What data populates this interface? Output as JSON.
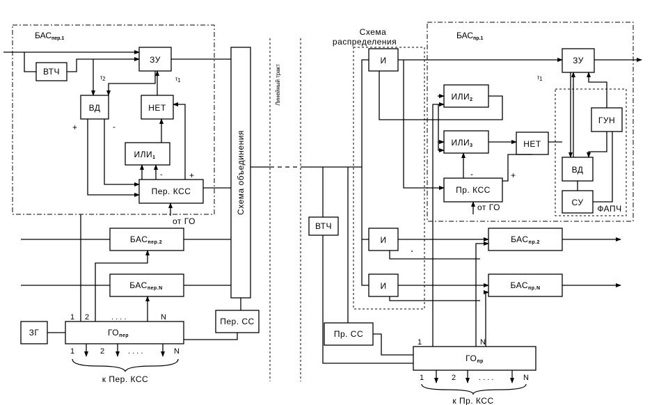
{
  "left": {
    "bas_group": "БАС",
    "bas_group_sub": "пер.1",
    "vtch": "ВТЧ",
    "zu": "ЗУ",
    "vd": "ВД",
    "net": "НЕТ",
    "ili": "ИЛИ",
    "ili_sub": "1",
    "per_kss": "Пер. КСС",
    "ot_go": "от ГО",
    "bas2": "БАС",
    "bas2_sub": "пер.2",
    "basN": "БАС",
    "basN_sub": "пер.N",
    "zg": "ЗГ",
    "go": "ГО",
    "go_sub": "пер",
    "per_ss": "Пер. СС",
    "combiner": "Схема объединения",
    "k_kss": "к Пер. КСС",
    "tau1": "τ",
    "tau1_sub": "1",
    "tau2": "τ",
    "tau2_sub": "2",
    "plus_vd": "+",
    "minus_vd": "-",
    "plus_net": "+",
    "minus_ili": "-",
    "go_top_1": "1",
    "go_top_2": "2",
    "go_top_dots": ". . . .",
    "go_top_N": "N",
    "go_bot_1": "1",
    "go_bot_2": "2",
    "go_bot_dots": ". . . .",
    "go_bot_N": "N"
  },
  "line_path": "Линейный тракт",
  "right": {
    "distribution": "Схема\nраспределения",
    "distribution_l1": "Схема",
    "distribution_l2": "распределения",
    "bas_group": "БАС",
    "bas_group_sub": "пр.1",
    "i1": "И",
    "i2": "И",
    "i3": "И",
    "ili2": "ИЛИ",
    "ili2_sub": "2",
    "ili3": "ИЛИ",
    "ili3_sub": "3",
    "net": "НЕТ",
    "zu": "ЗУ",
    "gun": "ГУН",
    "vd": "ВД",
    "su": "СУ",
    "fapch": "ФАПЧ",
    "pr_kss": "Пр. КСС",
    "ot_go": "от ГО",
    "vtch": "ВТЧ",
    "bas2": "БАС",
    "bas2_sub": "пр.2",
    "basN": "БАС",
    "basN_sub": "пр.N",
    "pr_ss": "Пр. СС",
    "go": "ГО",
    "go_sub": "пр",
    "k_kss": "к Пр. КСС",
    "tau": "τ",
    "tau_sub": "1",
    "minus": "-",
    "plus": "+",
    "go_top_1": "1",
    "go_top_N": "N",
    "go_bot_1": "1",
    "go_bot_2": "2",
    "go_bot_dots": ". . . .",
    "go_bot_N": "N"
  }
}
